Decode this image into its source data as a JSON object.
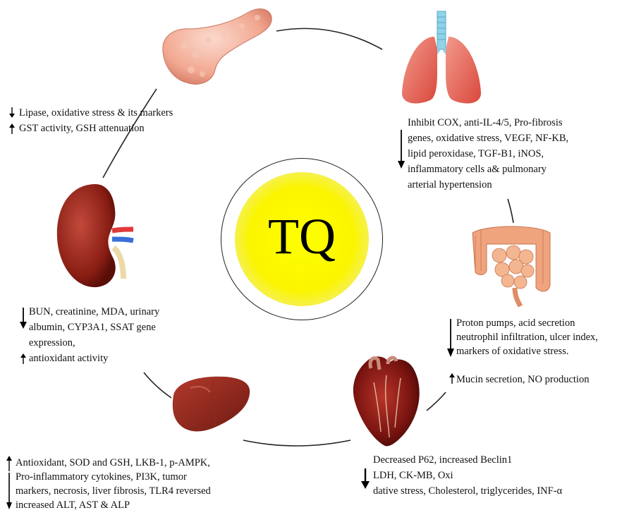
{
  "center": {
    "label": "TQ",
    "colors": {
      "sun": "#ffff00",
      "ring": "#222222"
    }
  },
  "organs": {
    "pancreas": {
      "icon": "pancreas-icon",
      "down": [
        "Lipase, oxidative stress & its markers"
      ],
      "up": [
        "GST activity, GSH attenuation"
      ]
    },
    "lungs": {
      "icon": "lungs-icon",
      "down": [
        "Inhibit COX, anti-IL-4/5, Pro-fibrosis",
        "genes, oxidative stress, VEGF, NF-KB,",
        "lipid peroxidase, TGF-B1, iNOS,",
        "inflammatory cells a& pulmonary",
        "arterial hypertension"
      ]
    },
    "intestine": {
      "icon": "intestine-icon",
      "down": [
        "Proton pumps, acid secretion",
        "neutrophil infiltration, ulcer index,",
        "markers of oxidative stress."
      ],
      "up": [
        "Mucin secretion, NO production"
      ]
    },
    "heart": {
      "icon": "heart-icon",
      "down": [
        "Decreased P62, increased Beclin1",
        "LDH, CK-MB, Oxi",
        "dative stress, Cholesterol, triglycerides, INF-α"
      ]
    },
    "liver": {
      "icon": "liver-icon",
      "lines": [
        "Antioxidant, SOD and GSH, LKB-1, p-AMPK,",
        "Pro-inflammatory cytokines, PI3K, tumor",
        "markers, necrosis, liver fibrosis, TLR4 reversed",
        "increased ALT, AST & ALP"
      ]
    },
    "kidney": {
      "icon": "kidney-icon",
      "down": [
        "BUN, creatinine, MDA, urinary",
        "albumin, CYP3A1, SSAT gene",
        "expression,"
      ],
      "up": [
        "antioxidant activity"
      ]
    }
  },
  "arrows": {
    "up": "up-arrow",
    "down": "down-arrow"
  }
}
